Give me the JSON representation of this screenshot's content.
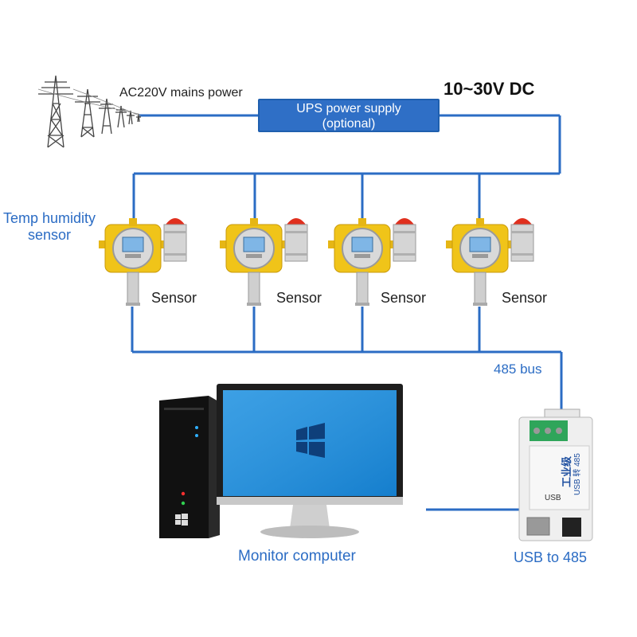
{
  "labels": {
    "dc_voltage": "10~30V DC",
    "mains_power": "AC220V mains power",
    "ups_line1": "UPS power supply",
    "ups_line2": "(optional)",
    "temp_sensor_line1": "Temp humidity",
    "temp_sensor_line2": "sensor",
    "sensor": "Sensor",
    "bus": "485 bus",
    "usb_converter": "USB to 485",
    "monitor_computer": "Monitor computer"
  },
  "converter": {
    "brand_text": "工业级",
    "model_text": "USB 转 485",
    "port_label": "USB"
  },
  "colors": {
    "wire": "#2b6cc4",
    "label_blue": "#2b6cc4",
    "sensor_body": "#f0c419",
    "alarm_lamp": "#e0301e",
    "screen": "#1a8fe0"
  }
}
